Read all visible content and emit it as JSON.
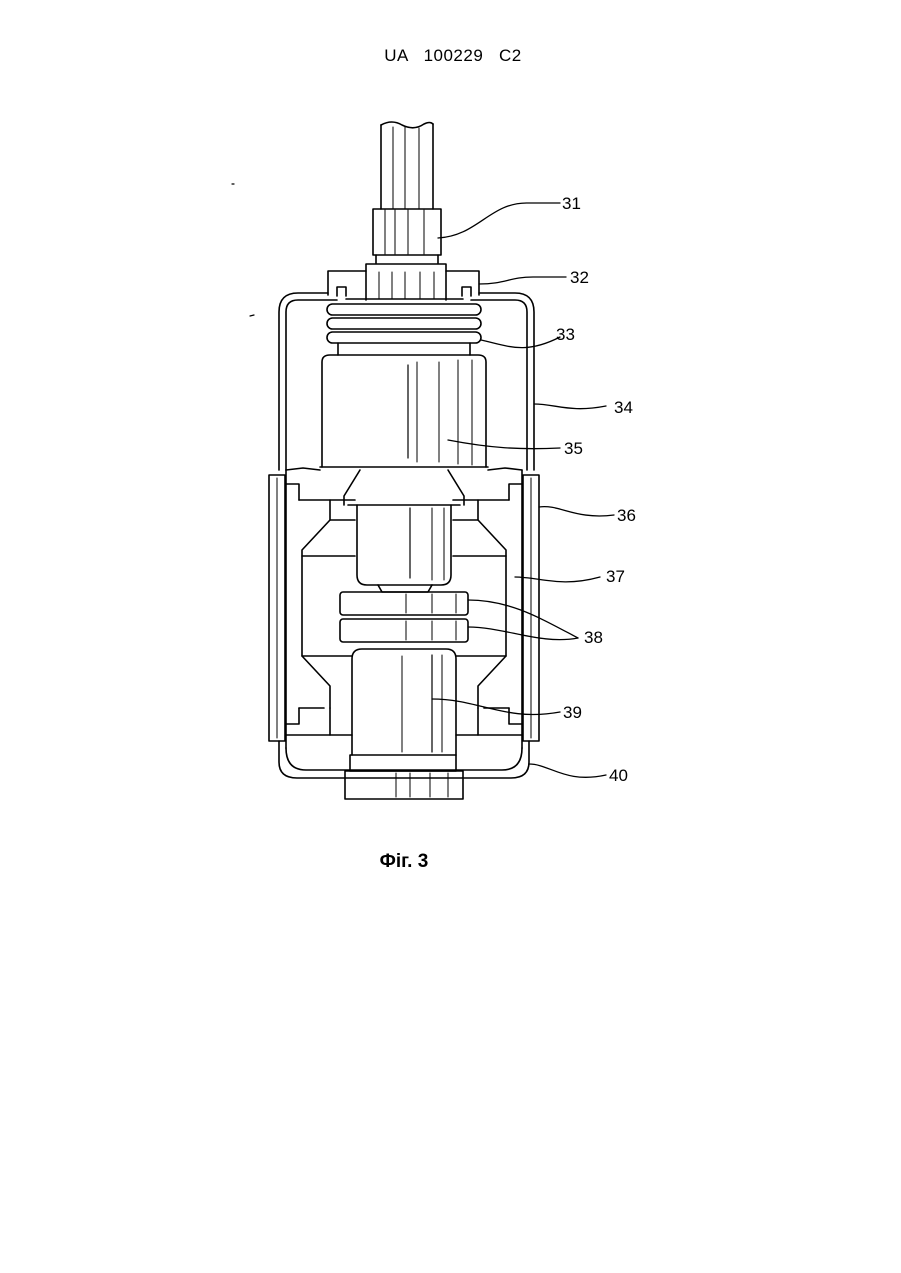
{
  "document_header": {
    "country_code": "UA",
    "patent_number": "100229",
    "kind_code": "C2"
  },
  "figure": {
    "caption": "Фіг. 3",
    "reference_numerals": {
      "r31": "31",
      "r32": "32",
      "r33": "33",
      "r34": "34",
      "r35": "35",
      "r36": "36",
      "r37": "37",
      "r38": "38",
      "r39": "39",
      "r40": "40"
    }
  }
}
